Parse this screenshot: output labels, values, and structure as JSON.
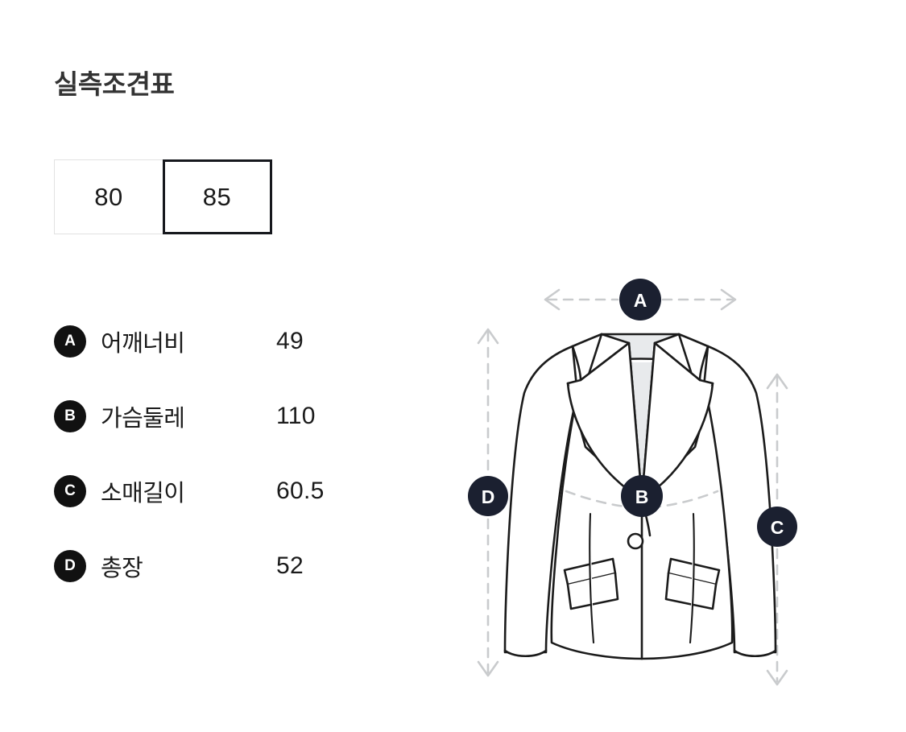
{
  "header": {
    "title": "실측조견표"
  },
  "size_tabs": {
    "options": [
      {
        "label": "80",
        "selected": false
      },
      {
        "label": "85",
        "selected": true
      }
    ],
    "selected_label": "85"
  },
  "measurements": {
    "rows": [
      {
        "badge": "A",
        "label": "어깨너비",
        "value": "49"
      },
      {
        "badge": "B",
        "label": "가슴둘레",
        "value": "110"
      },
      {
        "badge": "C",
        "label": "소매길이",
        "value": "60.5"
      },
      {
        "badge": "D",
        "label": "총장",
        "value": "52"
      }
    ]
  },
  "diagram": {
    "garment": "womens-tailored-blazer",
    "markers": [
      {
        "id": "A",
        "measures": "어깨너비",
        "direction": "horizontal"
      },
      {
        "id": "B",
        "measures": "가슴둘레",
        "direction": "horizontal-dashed"
      },
      {
        "id": "C",
        "measures": "소매길이",
        "direction": "vertical"
      },
      {
        "id": "D",
        "measures": "총장",
        "direction": "vertical"
      }
    ]
  },
  "colors": {
    "badge_list": "#111111",
    "badge_diagram": "#1b2030",
    "tab_active_border": "#16181d",
    "tab_inactive_border": "#e2e2e2",
    "guide_line": "#c9cbcd",
    "outline": "#1b1b1b",
    "panel_fill": "#e8eaec",
    "background": "#ffffff"
  }
}
